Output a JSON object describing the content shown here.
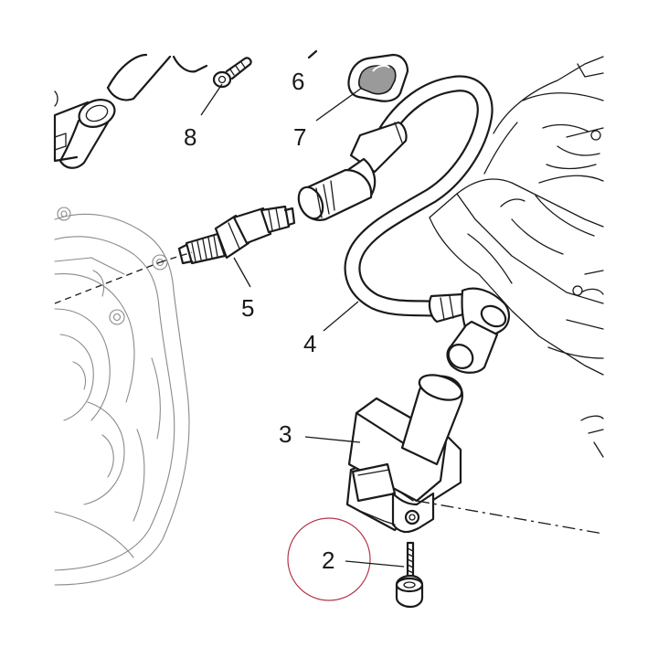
{
  "callouts": {
    "c2": "2",
    "c3": "3",
    "c4": "4",
    "c5": "5",
    "c6": "6",
    "c7": "7",
    "c8": "8"
  },
  "highlight_color": "#b0364a"
}
